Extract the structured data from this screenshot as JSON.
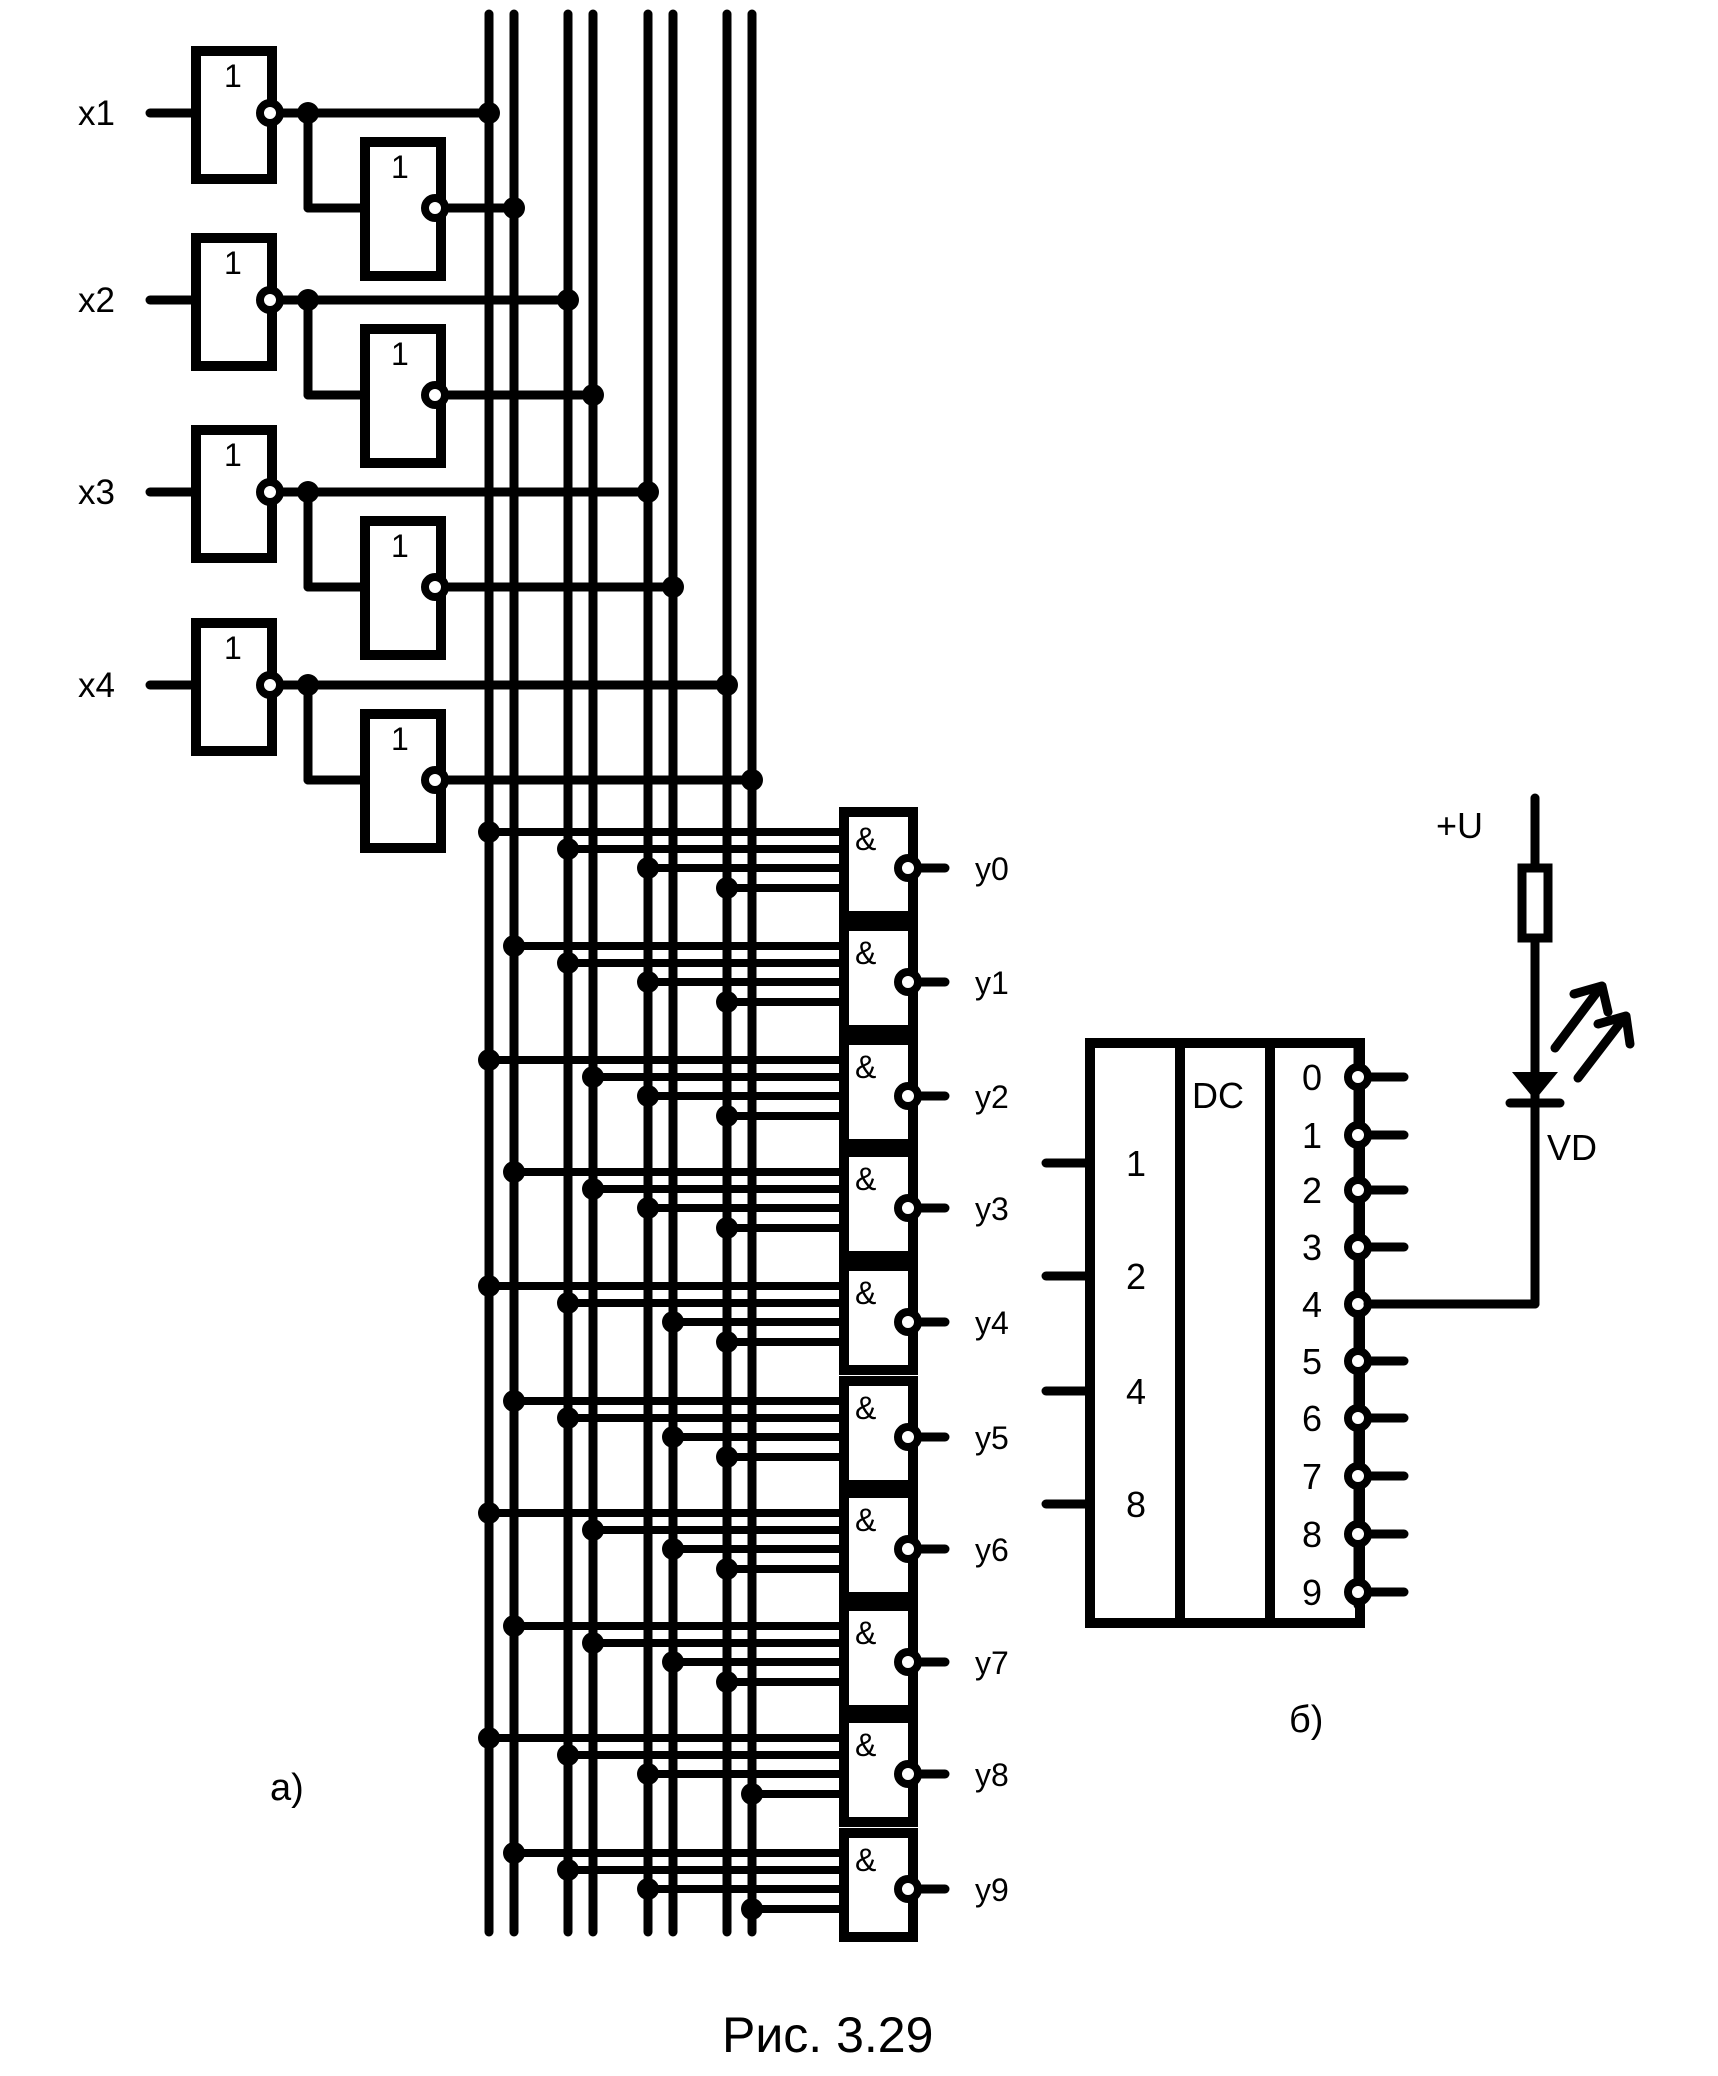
{
  "figure": {
    "caption": "Рис. 3.29",
    "part_a_label": "а)",
    "part_b_label": "б)",
    "colors": {
      "ink": "#000000",
      "paper": "#ffffff"
    }
  },
  "inputs": [
    {
      "label": "x1"
    },
    {
      "label": "x2"
    },
    {
      "label": "x3"
    },
    {
      "label": "x4"
    }
  ],
  "inverter": {
    "symbol": "1"
  },
  "bus": {
    "lines": [
      {
        "id": 1,
        "signal": "not x1"
      },
      {
        "id": 2,
        "signal": "x1"
      },
      {
        "id": 3,
        "signal": "not x2"
      },
      {
        "id": 4,
        "signal": "x2"
      },
      {
        "id": 5,
        "signal": "not x3"
      },
      {
        "id": 6,
        "signal": "x3"
      },
      {
        "id": 7,
        "signal": "not x4"
      },
      {
        "id": 8,
        "signal": "x4"
      }
    ]
  },
  "nand_gate": {
    "symbol": "&"
  },
  "outputs": [
    {
      "label": "y0",
      "bus_inputs": [
        1,
        3,
        5,
        7
      ]
    },
    {
      "label": "y1",
      "bus_inputs": [
        2,
        3,
        5,
        7
      ]
    },
    {
      "label": "y2",
      "bus_inputs": [
        1,
        4,
        5,
        7
      ]
    },
    {
      "label": "y3",
      "bus_inputs": [
        2,
        4,
        5,
        7
      ]
    },
    {
      "label": "y4",
      "bus_inputs": [
        1,
        3,
        6,
        7
      ]
    },
    {
      "label": "y5",
      "bus_inputs": [
        2,
        3,
        6,
        7
      ]
    },
    {
      "label": "y6",
      "bus_inputs": [
        1,
        4,
        6,
        7
      ]
    },
    {
      "label": "y7",
      "bus_inputs": [
        2,
        4,
        6,
        7
      ]
    },
    {
      "label": "y8",
      "bus_inputs": [
        1,
        3,
        5,
        8
      ]
    },
    {
      "label": "y9",
      "bus_inputs": [
        2,
        3,
        5,
        8
      ]
    }
  ],
  "decoder": {
    "title": "DC",
    "inputs": [
      "1",
      "2",
      "4",
      "8"
    ],
    "outputs": [
      "0",
      "1",
      "2",
      "3",
      "4",
      "5",
      "6",
      "7",
      "8",
      "9"
    ],
    "led_connected_output": "4"
  },
  "indicator": {
    "supply_label": "+U",
    "led_label": "VD"
  }
}
